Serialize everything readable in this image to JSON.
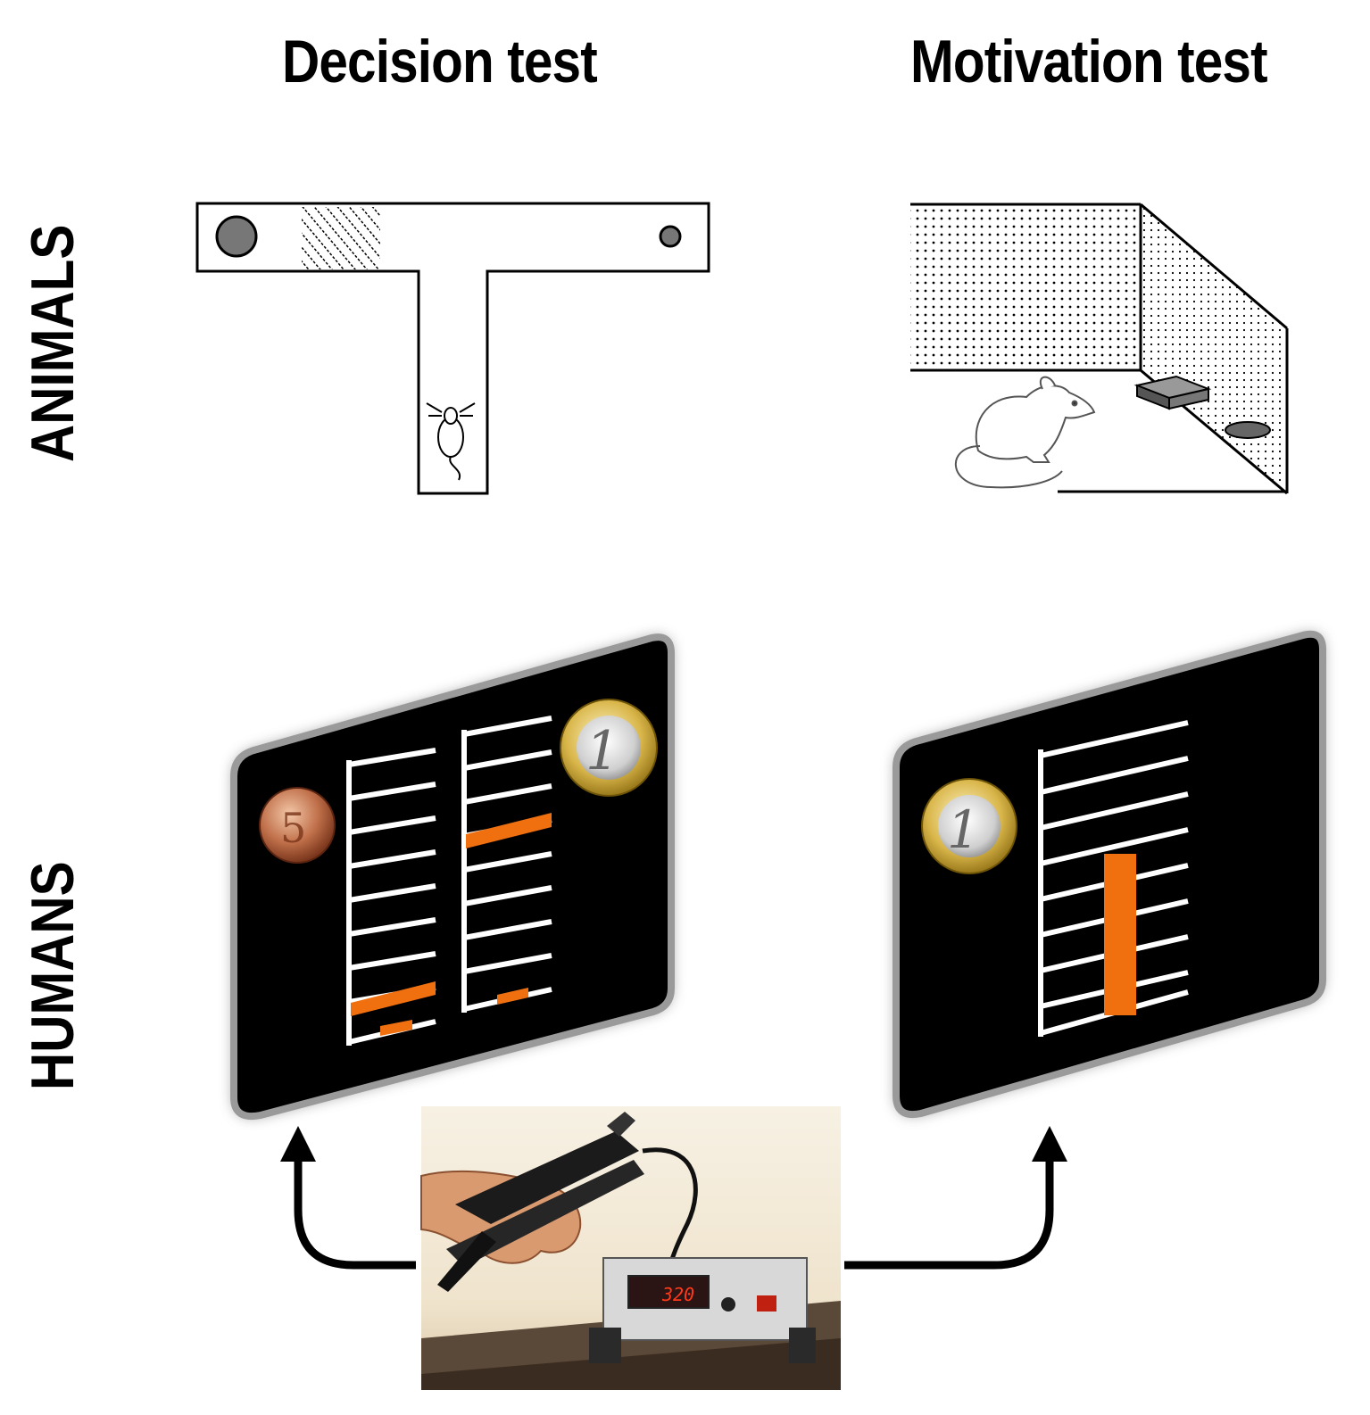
{
  "titles": {
    "decision": "Decision test",
    "motivation": "Motivation test"
  },
  "rows": {
    "animals": "ANIMALS",
    "humans": "HUMANS"
  },
  "device": {
    "readout": "320"
  },
  "colors": {
    "bar": "#f07010",
    "screen": "#000000",
    "frame": "#9a9a9a"
  }
}
